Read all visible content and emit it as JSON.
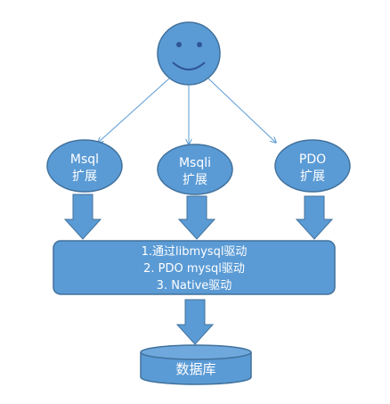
{
  "extensions": {
    "mysql": {
      "line1": "Msql",
      "line2": "扩展"
    },
    "mysqli": {
      "line1": "Msqli",
      "line2": "扩展"
    },
    "pdo": {
      "line1": "PDO",
      "line2": "扩展"
    }
  },
  "drivers": {
    "line1": "1.通过libmysql驱动",
    "line2": "2. PDO mysql驱动",
    "line3": "3. Native驱动"
  },
  "database": {
    "label": "数据库"
  },
  "colors": {
    "shape_fill": "#5b9bd5",
    "shape_stroke": "#41719c",
    "arrow_line": "#5b9bd5",
    "face_features": "#2f5597",
    "text": "#ffffff"
  },
  "icons": {
    "user": "smiley-face-icon"
  }
}
